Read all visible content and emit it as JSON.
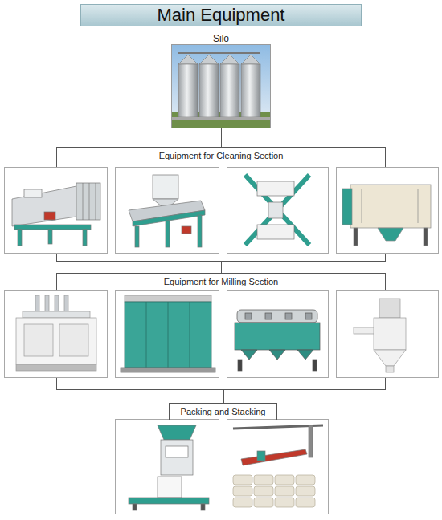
{
  "diagram": {
    "title": "Main Equipment",
    "nodes": [
      {
        "text": [
          "Silo"
        ]
      },
      {
        "text": [
          "Equipment for Cleaning Section"
        ]
      },
      {
        "text": [
          "Equipment for Milling Section"
        ]
      },
      {
        "text": [
          "Packing and Stacking"
        ]
      }
    ],
    "edges": [
      {
        "from": 0,
        "to": 1,
        "arrow": "none"
      },
      {
        "from": 1,
        "to": 2,
        "arrow": "none"
      },
      {
        "from": 2,
        "to": 3,
        "arrow": "none"
      }
    ]
  }
}
